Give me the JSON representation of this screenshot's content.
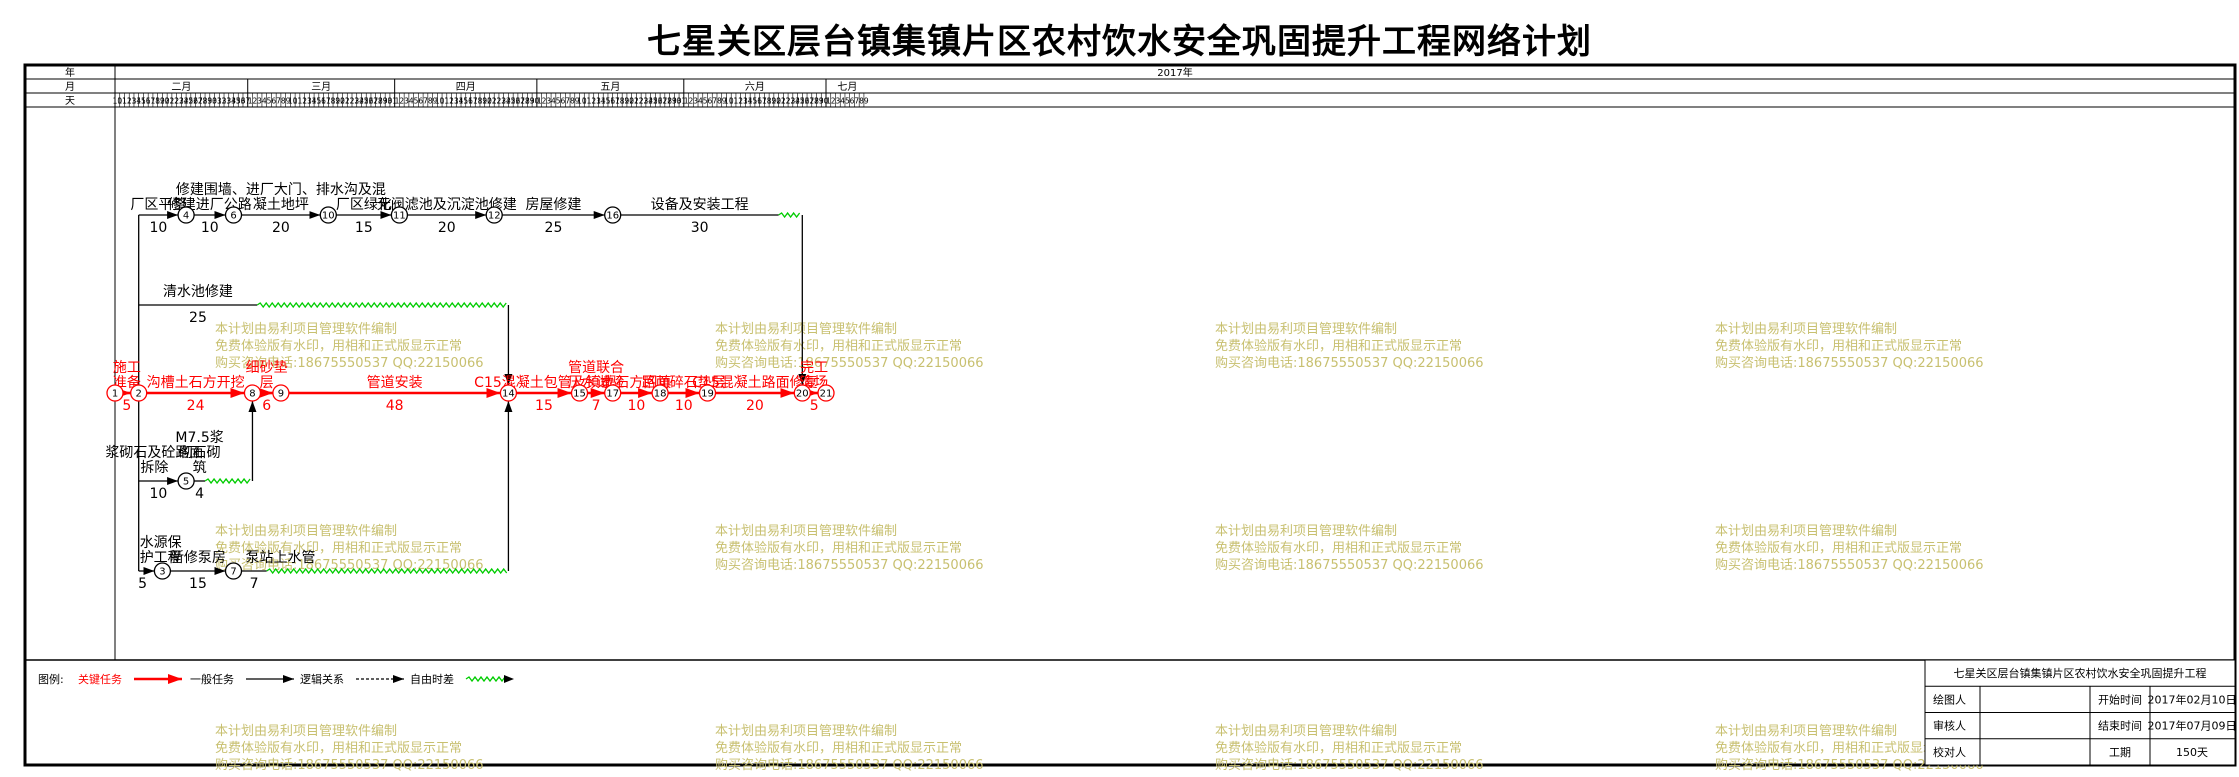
{
  "title": "七星关区层台镇集镇片区农村饮水安全巩固提升工程网络计划",
  "header": {
    "row_labels": [
      "年",
      "月",
      "天"
    ],
    "year": "2017年",
    "months": [
      {
        "label": "二月",
        "start": 10,
        "days": 28
      },
      {
        "label": "三月",
        "start": 1,
        "days": 31
      },
      {
        "label": "四月",
        "start": 1,
        "days": 30
      },
      {
        "label": "五月",
        "start": 1,
        "days": 31
      },
      {
        "label": "六月",
        "start": 1,
        "days": 30
      },
      {
        "label": "七月",
        "start": 1,
        "days": 9
      }
    ]
  },
  "nodes": [
    {
      "id": "1",
      "day": 0,
      "lane": "critical"
    },
    {
      "id": "2",
      "day": 5,
      "lane": "critical"
    },
    {
      "id": "3",
      "day": 10,
      "lane": "bottom"
    },
    {
      "id": "4",
      "day": 15,
      "lane": "top"
    },
    {
      "id": "5",
      "day": 15,
      "lane": "mid_low"
    },
    {
      "id": "6",
      "day": 25,
      "lane": "top"
    },
    {
      "id": "7",
      "day": 25,
      "lane": "bottom"
    },
    {
      "id": "8",
      "day": 29,
      "lane": "critical"
    },
    {
      "id": "9",
      "day": 35,
      "lane": "critical"
    },
    {
      "id": "10",
      "day": 45,
      "lane": "top"
    },
    {
      "id": "11",
      "day": 60,
      "lane": "top"
    },
    {
      "id": "12",
      "day": 80,
      "lane": "top"
    },
    {
      "id": "14",
      "day": 83,
      "lane": "critical"
    },
    {
      "id": "15",
      "day": 98,
      "lane": "critical"
    },
    {
      "id": "16",
      "day": 105,
      "lane": "top"
    },
    {
      "id": "17",
      "day": 105,
      "lane": "critical"
    },
    {
      "id": "18",
      "day": 115,
      "lane": "critical"
    },
    {
      "id": "19",
      "day": 125,
      "lane": "critical"
    },
    {
      "id": "20",
      "day": 145,
      "lane": "critical"
    },
    {
      "id": "21",
      "day": 150,
      "lane": "critical"
    }
  ],
  "activities": [
    {
      "from": "1",
      "to": "2",
      "name": "施工\n准备",
      "duration": "5",
      "type": "critical"
    },
    {
      "from": "2",
      "to": "8",
      "name": "沟槽土石方开挖",
      "duration": "24",
      "type": "critical"
    },
    {
      "from": "8",
      "to": "9",
      "name": "细砂垫\n层",
      "duration": "6",
      "type": "critical"
    },
    {
      "from": "9",
      "to": "14",
      "name": "管道安装",
      "duration": "48",
      "type": "critical"
    },
    {
      "from": "14",
      "to": "15",
      "name": "C15混凝土包管及镇墩",
      "duration": "15",
      "type": "critical"
    },
    {
      "from": "15",
      "to": "17",
      "name": "管道联合\n压水试验",
      "duration": "7",
      "type": "critical"
    },
    {
      "from": "17",
      "to": "18",
      "name": "土石方回填",
      "duration": "10",
      "type": "critical"
    },
    {
      "from": "18",
      "to": "19",
      "name": "路面碎石垫层",
      "duration": "10",
      "type": "critical"
    },
    {
      "from": "19",
      "to": "20",
      "name": "C15混凝土路面修复",
      "duration": "20",
      "type": "critical"
    },
    {
      "from": "20",
      "to": "21",
      "name": "完工\n清场",
      "duration": "5",
      "type": "critical"
    },
    {
      "from": "2",
      "to": "4",
      "name": "厂区平整",
      "duration": "10",
      "type": "normal"
    },
    {
      "from": "4",
      "to": "6",
      "name": "修建进厂公路",
      "duration": "10",
      "type": "normal"
    },
    {
      "from": "6",
      "to": "10",
      "name": "修建围墙、进厂大门、排水沟及混\n凝土地坪",
      "duration": "20",
      "type": "normal"
    },
    {
      "from": "10",
      "to": "11",
      "name": "厂区绿化",
      "duration": "15",
      "type": "normal"
    },
    {
      "from": "11",
      "to": "12",
      "name": "无阀滤池及沉淀池修建",
      "duration": "20",
      "type": "normal"
    },
    {
      "from": "12",
      "to": "16",
      "name": "房屋修建",
      "duration": "25",
      "type": "normal"
    },
    {
      "from": "16",
      "to": "20",
      "name": "设备及安装工程",
      "duration": "30",
      "type": "normal"
    },
    {
      "from": "2",
      "to": "14",
      "name": "清水池修建",
      "duration": "25",
      "type": "normal"
    },
    {
      "from": "2",
      "to": "5",
      "name": "浆砌石及砼路面\n拆除",
      "duration": "10",
      "type": "normal"
    },
    {
      "from": "5",
      "to": "8",
      "name": "M7.5浆\n砌石砌\n筑",
      "duration": "4",
      "type": "normal"
    },
    {
      "from": "2",
      "to": "3",
      "name": "水源保\n护工程",
      "duration": "5",
      "type": "normal"
    },
    {
      "from": "3",
      "to": "7",
      "name": "新修泵房",
      "duration": "15",
      "type": "normal"
    },
    {
      "from": "7",
      "to": "14",
      "name": "泵站上水管",
      "duration": "7",
      "type": "normal"
    }
  ],
  "watermark": {
    "lines": [
      "本计划由易利项目管理软件编制",
      "免费体验版有水印，用相和正式版显示正常",
      "购买咨询电话:18675550537 QQ:22150066"
    ],
    "color": "#c8c070"
  },
  "legend": {
    "label": "图例:",
    "items": [
      {
        "label": "关键任务",
        "color": "#ff0000",
        "style": "critical"
      },
      {
        "label": "一般任务",
        "color": "#000000",
        "style": "normal"
      },
      {
        "label": "逻辑关系",
        "color": "#000000",
        "style": "logic"
      },
      {
        "label": "自由时差",
        "color": "#00cc00",
        "style": "float"
      }
    ]
  },
  "info_box": {
    "project": "七星关区层台镇集镇片区农村饮水安全巩固提升工程",
    "rows": [
      {
        "left_label": "绘图人",
        "left_value": "",
        "right_label": "开始时间",
        "right_value": "2017年02月10日"
      },
      {
        "left_label": "审核人",
        "left_value": "",
        "right_label": "结束时间",
        "right_value": "2017年07月09日"
      },
      {
        "left_label": "校对人",
        "left_value": "",
        "right_label": "工期",
        "right_value": "150天"
      }
    ]
  },
  "colors": {
    "critical": "#ff0000",
    "normal": "#000000",
    "float": "#00cc00",
    "logic": "#000000"
  }
}
